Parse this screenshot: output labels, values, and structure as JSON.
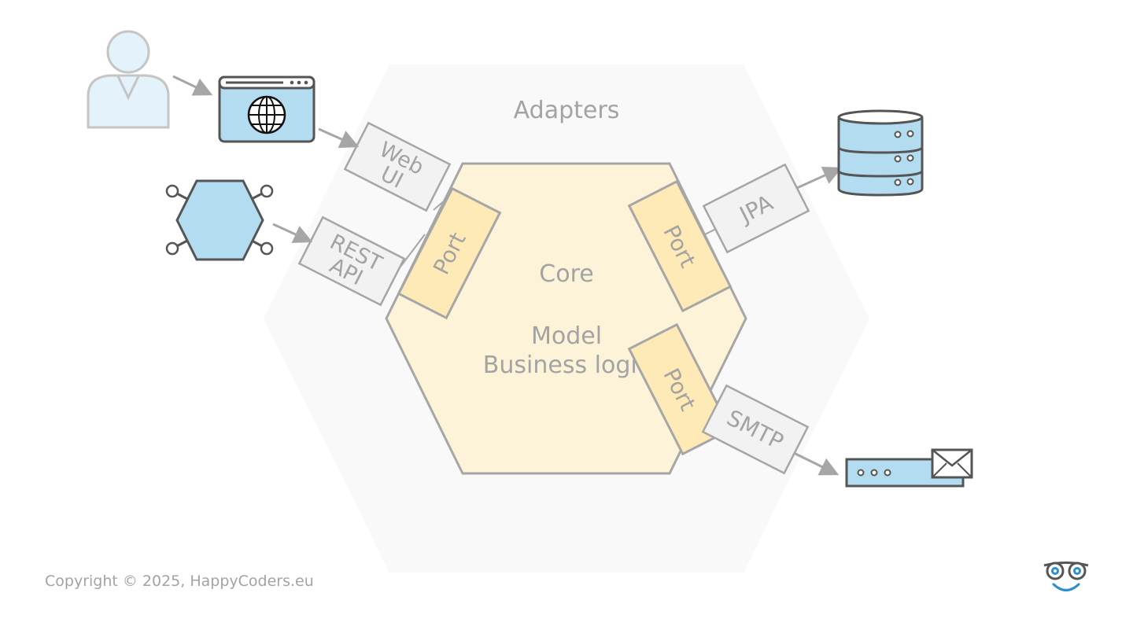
{
  "diagram": {
    "adapters_label": "Adapters",
    "core_label": "Core",
    "model_label": "Model",
    "business_logic_label": "Business logic",
    "adapters": {
      "web_ui": [
        "Web",
        "UI"
      ],
      "rest_api": [
        "REST",
        "API"
      ],
      "jpa": "JPA",
      "smtp": "SMTP"
    },
    "port_label": "Port",
    "actors": [
      "user",
      "web-browser",
      "external-service",
      "database",
      "mail-server"
    ]
  },
  "footer": {
    "copyright": "Copyright © 2025, HappyCoders.eu",
    "logo": "glasses-smiley-logo"
  },
  "colors": {
    "adapter_bg": "#f9f9f9",
    "core_fill": "#fdf3d8",
    "port_fill": "#feeab6",
    "adapter_box_fill": "#f2f2f2",
    "stroke": "#a6a6a6",
    "icon_blue": "#b4dcf1",
    "icon_dark": "#555555",
    "text": "#a3a3a3"
  }
}
